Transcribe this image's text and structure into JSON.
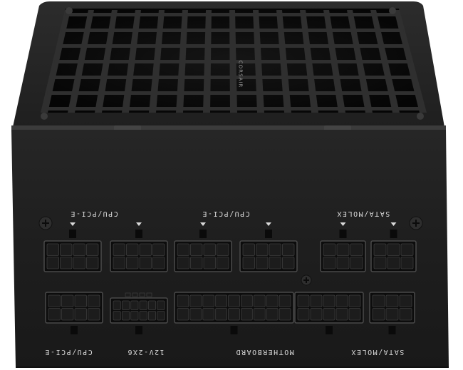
{
  "image": {
    "subject": "modular-power-supply-rear-panel",
    "colors": {
      "body": "#1d1d1d",
      "top": "#262626",
      "grille": "#0a0a0a",
      "label": "#d9d9d9"
    }
  },
  "labels": {
    "top_row": [
      "CPU/PCI-E",
      "CPU/PCI-E",
      "SATA/MOLEX"
    ],
    "bottom_row": [
      "CPU/PCI-E",
      "12V-2X6",
      "MOTHERBOARD",
      "SATA/MOLEX"
    ]
  },
  "brand_text": "CORSAIR"
}
